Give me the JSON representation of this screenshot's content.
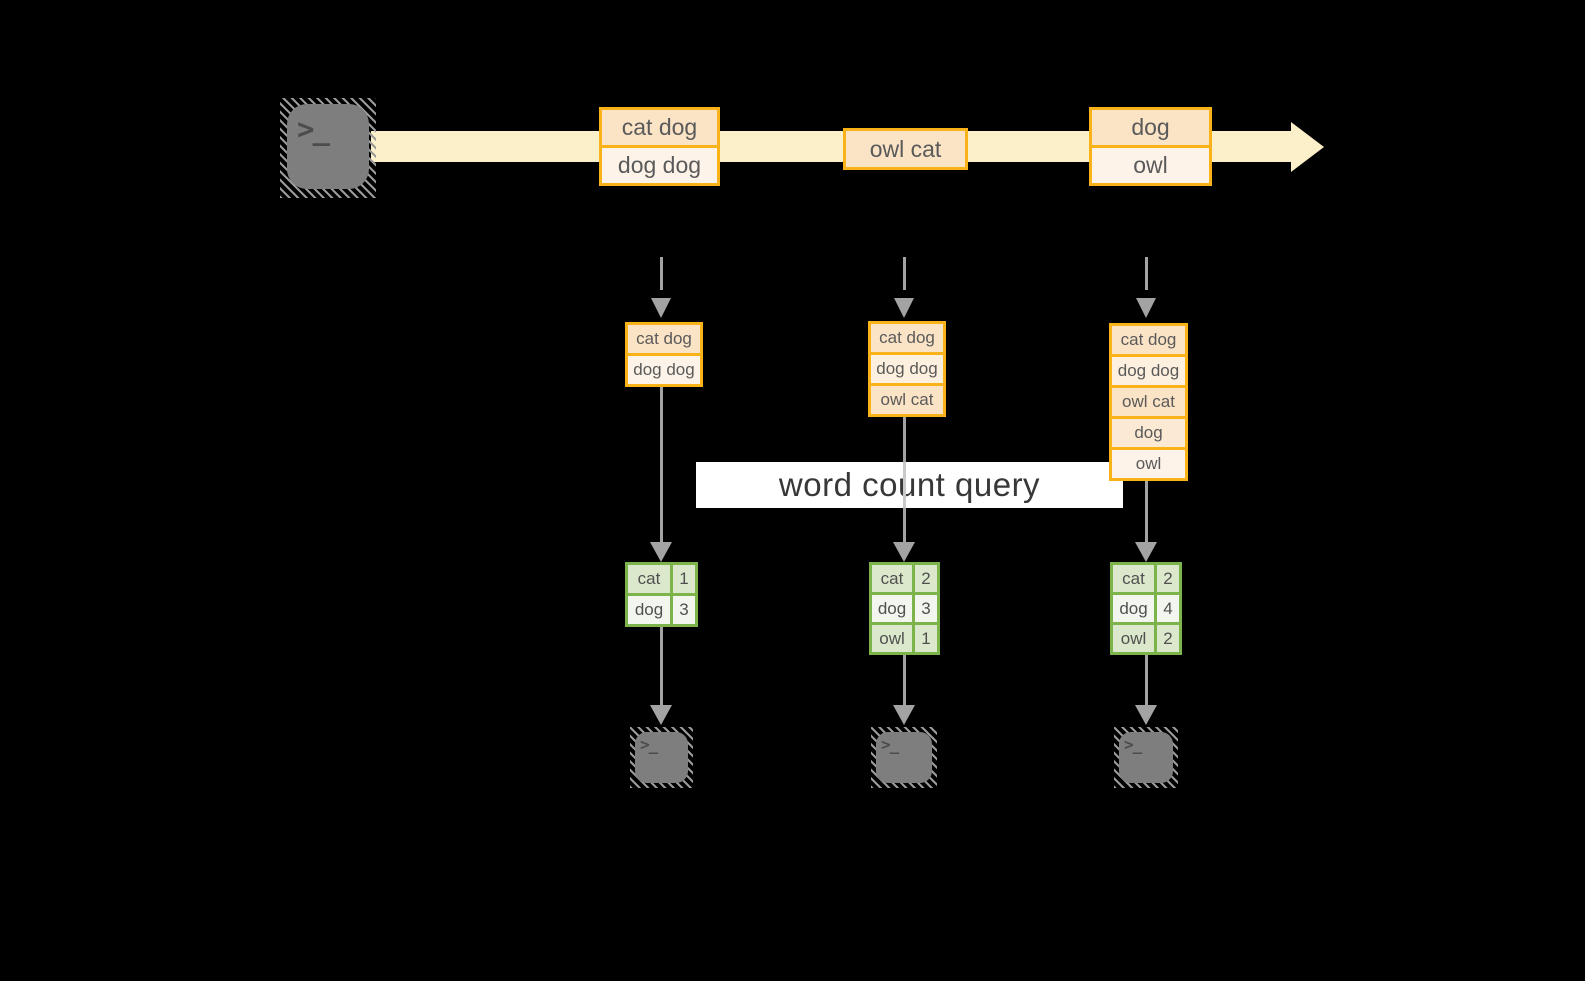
{
  "query_label": "word count query",
  "icons": {
    "terminal_glyph": ">_"
  },
  "stream": {
    "records": [
      {
        "cells": [
          "cat dog",
          "dog dog"
        ]
      },
      {
        "cells": [
          "owl cat"
        ]
      },
      {
        "cells": [
          "dog",
          "owl"
        ]
      }
    ]
  },
  "columns": [
    {
      "state": [
        "cat dog",
        "dog dog"
      ],
      "counts": [
        {
          "word": "cat",
          "count": "1"
        },
        {
          "word": "dog",
          "count": "3"
        }
      ]
    },
    {
      "state": [
        "cat dog",
        "dog dog",
        "owl cat"
      ],
      "counts": [
        {
          "word": "cat",
          "count": "2"
        },
        {
          "word": "dog",
          "count": "3"
        },
        {
          "word": "owl",
          "count": "1"
        }
      ]
    },
    {
      "state": [
        "cat dog",
        "dog dog",
        "owl cat",
        "dog",
        "owl"
      ],
      "counts": [
        {
          "word": "cat",
          "count": "2"
        },
        {
          "word": "dog",
          "count": "4"
        },
        {
          "word": "owl",
          "count": "2"
        }
      ]
    }
  ],
  "colors": {
    "stream_band": "#fcf0ca",
    "box_border": "#f9b218",
    "cell_peach": "#fbe3c6",
    "cell_cream": "#fdf0de",
    "table_border": "#7cb34a",
    "row_green": "#dbe8cc",
    "row_white": "#f3f6ee",
    "arrow_gray": "#a3a3a3",
    "terminal_gray": "#7e7e7e"
  }
}
